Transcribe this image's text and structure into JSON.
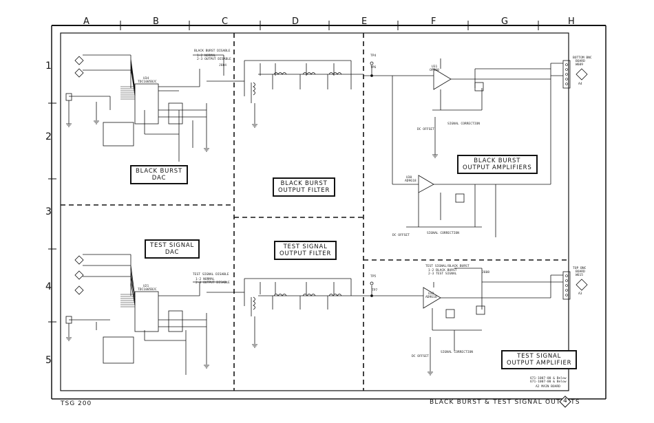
{
  "grid": {
    "columns": [
      "A",
      "B",
      "C",
      "D",
      "E",
      "F",
      "G",
      "H"
    ],
    "rows": [
      "1",
      "2",
      "3",
      "4",
      "5"
    ]
  },
  "sections": {
    "black_burst_dac": [
      "BLACK BURST",
      "DAC"
    ],
    "black_burst_filter": [
      "BLACK BURST",
      "OUTPUT FILTER"
    ],
    "black_burst_amps": [
      "BLACK BURST",
      "OUTPUT AMPLIFIERS"
    ],
    "test_signal_dac": [
      "TEST SIGNAL",
      "DAC"
    ],
    "test_signal_filter": [
      "TEST SIGNAL",
      "OUTPUT FILTER"
    ],
    "test_signal_amp": [
      "TEST SIGNAL",
      "OUTPUT AMPLIFIER"
    ]
  },
  "connectors": {
    "bottom_bnc": [
      "BOTTOM BNC",
      "BOARD",
      "W609"
    ],
    "top_bnc": [
      "TOP BNC",
      "BOARD",
      "W615"
    ],
    "bottom_pin": "A4",
    "top_pin": "A3"
  },
  "components": {
    "u34": "U34",
    "u34_part": "TDC1005BJC",
    "u21": "U21",
    "u21_part": "TDC1005BJC",
    "u30": "U30",
    "u31": "U31",
    "u32": "U32",
    "u30_part": "AD9618",
    "u31_part": "OP400",
    "u32_part": "AD9618",
    "jumper_bb": "J604",
    "jumper_ts": "J608",
    "bb_disable": "BLACK BURST DISABLE",
    "ts_disable": "TEST SIGNAL DISABLE",
    "normal_1": "1-2  NORMAL",
    "output_disable_1": "2-3  OUTPUT DISABLE",
    "normal_2": "1-2  NORMAL",
    "output_disable_2": "2-3  OUTPUT DISABLE",
    "ts_bb_jumper": "TEST SIGNAL/BLACK BURST",
    "ts_bb_opt1": "1-2   BLACK BURST",
    "ts_bb_opt2": "2-3   TEST SIGNAL",
    "dc_offset": "DC OFFSET",
    "dc_offset_2": "DC OFFSET",
    "dc_offset_3": "DC OFFSET",
    "signal_corr": "SIGNAL CORRECTION",
    "signal_corr_2": "SIGNAL CORRECTION",
    "signal_corr_3": "SIGNAL CORRECTION",
    "tp4": "TP4",
    "tp6": "TP6",
    "tp5": "TP5",
    "tp7": "TP7",
    "rev_note_1": "671-1007-00 & Below",
    "rev_note_2": "671-1007-00 & Below"
  },
  "footer": {
    "model": "TSG 200",
    "title": "BLACK BURST & TEST SIGNAL OUTPUTS",
    "page": "4",
    "board": "A2 MAIN BOARD"
  },
  "colors": {
    "ink": "#111111",
    "paper": "#ffffff"
  }
}
